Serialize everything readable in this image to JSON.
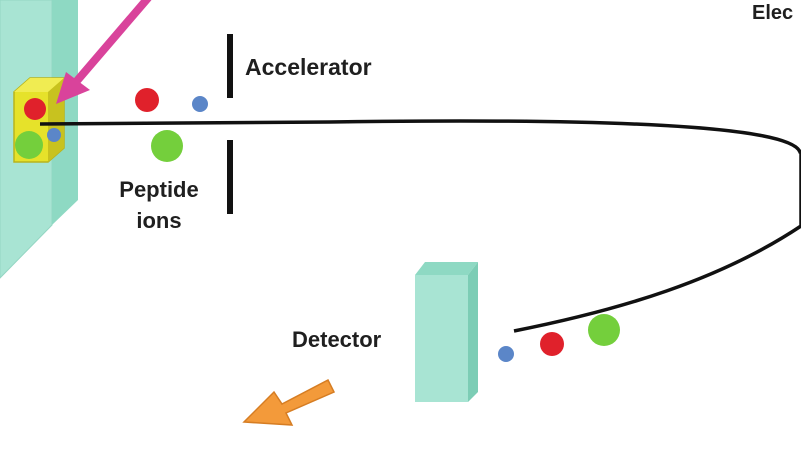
{
  "labels": {
    "accelerator": "Accelerator",
    "peptide_line1": "Peptide",
    "peptide_line2": "ions",
    "detector": "Detector",
    "electric_partial": "Elec"
  },
  "colors": {
    "plate_face": "#a8e4d3",
    "plate_side": "#7ccdb5",
    "sample_yellow": "#e6e22a",
    "ion_red": "#e0212b",
    "ion_blue": "#5b86c8",
    "ion_green": "#74cf3c",
    "laser_arrow": "#d9439b",
    "exit_arrow": "#f39a3a",
    "path_line": "#111111"
  }
}
